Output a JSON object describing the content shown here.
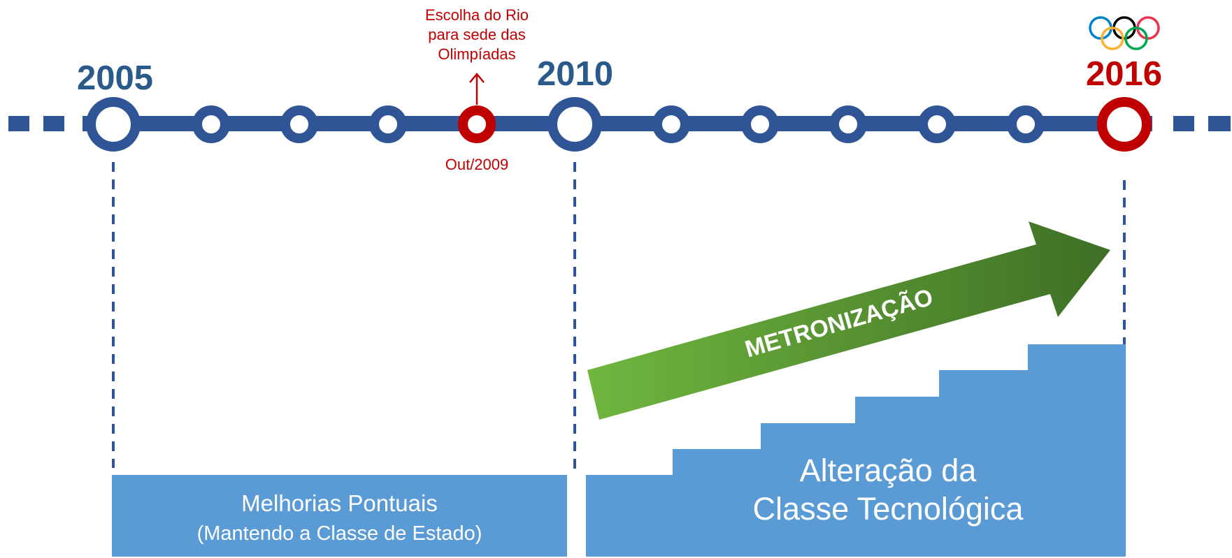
{
  "timeline": {
    "years": {
      "start": "2005",
      "middle": "2010",
      "end": "2016"
    },
    "event": {
      "caption": "Escolha do Rio para sede das Olimpíadas",
      "date": "Out/2009"
    }
  },
  "phases": {
    "first": {
      "title": "Melhorias Pontuais",
      "subtitle": "(Mantendo a Classe de Estado)"
    },
    "second": {
      "title_line1": "Alteração da",
      "title_line2": "Classe Tecnológica"
    }
  },
  "arrow": {
    "label": "METRONIZAÇÃO"
  },
  "colors": {
    "timeline_blue": "#2f5597",
    "year_blue": "#2a5a8a",
    "accent_red": "#c00000",
    "box_blue": "#5b9bd5",
    "arrow_green_start": "#70b63f",
    "arrow_green_end": "#3e6f25",
    "olympic_rings": [
      "#0081c8",
      "#000000",
      "#ee334e",
      "#fcb131",
      "#00a651"
    ]
  },
  "icons": {
    "logo": "olympic-rings-icon",
    "pointer": "up-arrow-icon"
  }
}
